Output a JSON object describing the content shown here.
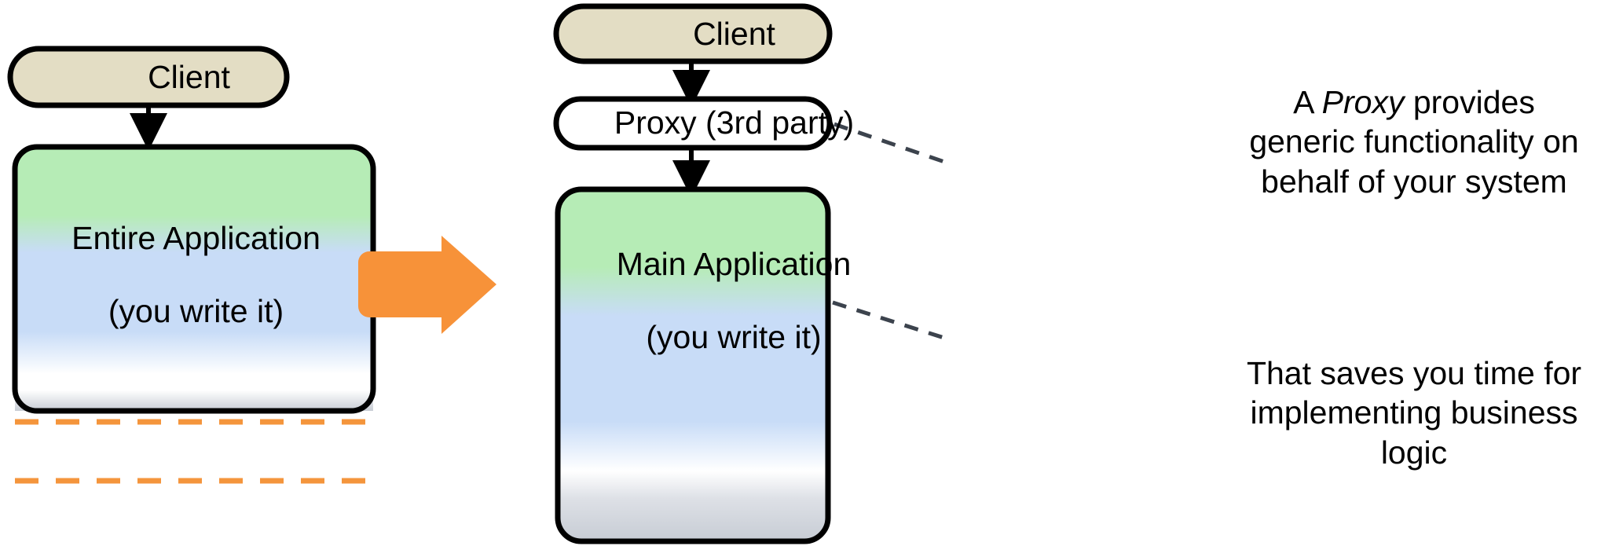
{
  "diagram": {
    "title": "Proxy pattern: entire application vs. proxy plus main application",
    "colors": {
      "client_fill": "#e3ddc4",
      "proxy_fill": "#ffffff",
      "stroke": "#000000",
      "app_green": "#b6ecb6",
      "app_blue": "#c8dcf7",
      "app_white": "#ffffff",
      "app_grey": "#c7ccd4",
      "orange_dash": "#f4953c",
      "orange_arrow": "#f79239",
      "leader_line": "#3c434d"
    },
    "left": {
      "client": {
        "label": "Client"
      },
      "application": {
        "label_line1": "Entire Application",
        "label_line2": "(you write it)",
        "divider_style": "dashed"
      }
    },
    "transition": {
      "icon": "right-arrow-icon"
    },
    "right": {
      "client": {
        "label": "Client"
      },
      "proxy": {
        "label": "Proxy (3rd party)"
      },
      "application": {
        "label_line1": "Main Application",
        "label_line2": "(you write it)"
      }
    },
    "annotations": [
      {
        "id": "proxy-note",
        "prefix": "A ",
        "emphasis": "Proxy",
        "suffix": " provides generic functionality on behalf of your system"
      },
      {
        "id": "savings-note",
        "text": "That saves you time for implementing business logic"
      }
    ]
  }
}
